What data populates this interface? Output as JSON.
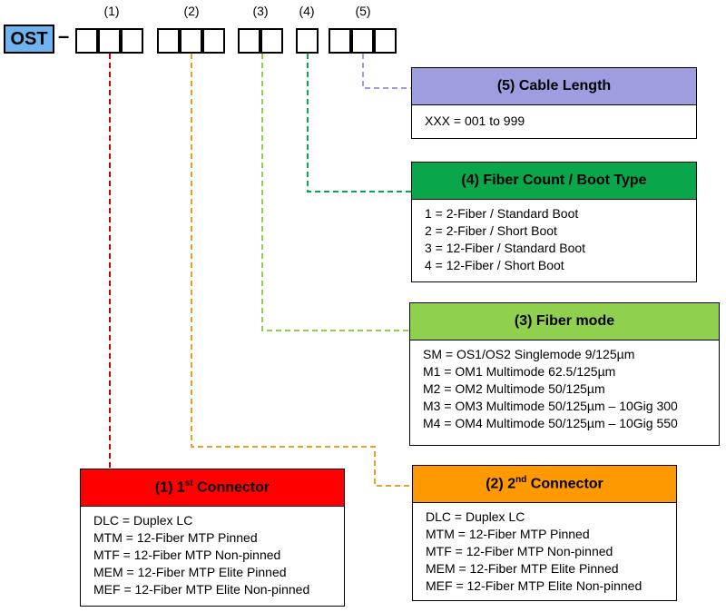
{
  "header": {
    "prefix": "OST",
    "separator": "–",
    "positions": [
      "(1)",
      "(2)",
      "(3)",
      "(4)",
      "(5)"
    ]
  },
  "colors": {
    "prefix_bg": "#6fb4f0",
    "cable_length": "#9d9de0",
    "fiber_count": "#0aa64b",
    "fiber_mode": "#8fd14f",
    "connector1": "#ff0000",
    "connector2": "#ff9900"
  },
  "boxes": {
    "cable_length": {
      "title": "(5) Cable Length",
      "items": [
        "XXX  = 001 to 999"
      ]
    },
    "fiber_count": {
      "title": "(4) Fiber Count / Boot Type",
      "items": [
        "1 = 2-Fiber / Standard Boot",
        "2 = 2-Fiber / Short Boot",
        "3 = 12-Fiber / Standard Boot",
        "4 = 12-Fiber / Short Boot"
      ]
    },
    "fiber_mode": {
      "title": "(3) Fiber mode",
      "items": [
        "SM = OS1/OS2 Singlemode 9/125µm",
        "M1 = OM1 Multimode 62.5/125µm",
        "M2 = OM2 Multimode 50/125µm",
        "M3 = OM3 Multimode 50/125µm – 10Gig 300",
        "M4 = OM4 Multimode 50/125µm – 10Gig 550"
      ]
    },
    "connector1": {
      "title_prefix": "(1) 1",
      "title_sup": "st",
      "title_suffix": " Connector",
      "items": [
        "DLC = Duplex LC",
        "MTM = 12-Fiber MTP Pinned",
        "MTF = 12-Fiber MTP Non-pinned",
        "MEM = 12-Fiber MTP Elite Pinned",
        "MEF = 12-Fiber MTP Elite Non-pinned"
      ]
    },
    "connector2": {
      "title_prefix": "(2) 2",
      "title_sup": "nd",
      "title_suffix": " Connector",
      "items": [
        "DLC = Duplex LC",
        "MTM = 12-Fiber MTP Pinned",
        "MTF = 12-Fiber MTP Non-pinned",
        "MEM = 12-Fiber MTP Elite Pinned",
        "MEF = 12-Fiber MTP Elite Non-pinned"
      ]
    }
  }
}
